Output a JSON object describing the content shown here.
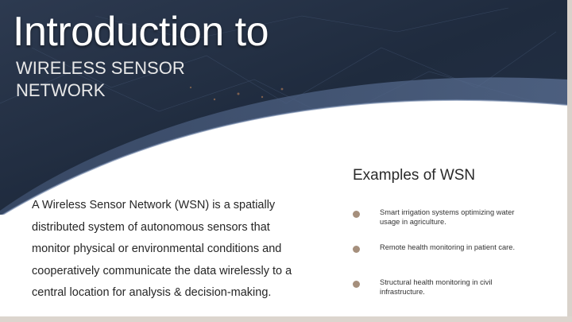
{
  "title": {
    "main": "Introduction to",
    "sub": "WIRELESS SENSOR NETWORK"
  },
  "description": "A Wireless Sensor Network (WSN) is a spatially distributed system of autonomous sensors that monitor physical or environmental conditions and cooperatively communicate the data wirelessly to a central location for analysis & decision-making.",
  "examples": {
    "heading": "Examples of WSN",
    "items": [
      "Smart irrigation systems optimizing water usage in agriculture.",
      "Remote health monitoring in patient care.",
      "Structural health monitoring in civil infrastructure."
    ]
  },
  "colors": {
    "banner_dark": "#1e2a3d",
    "banner_mid": "#3b4d6a",
    "bullet": "#a58f7c"
  }
}
